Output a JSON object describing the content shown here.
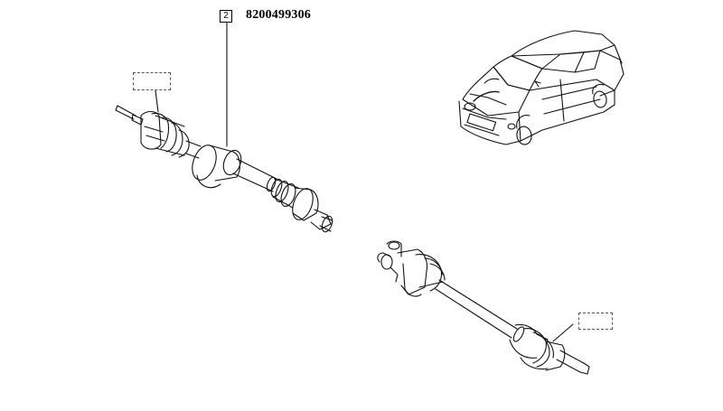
{
  "diagram": {
    "reference_number": "2",
    "part_number": "8200499306",
    "callouts": [
      "",
      "",
      ""
    ],
    "colors": {
      "line": "#111111",
      "background": "#ffffff"
    },
    "components": [
      "front-drive-shaft-upper",
      "front-drive-shaft-lower",
      "vehicle-sedan"
    ]
  }
}
